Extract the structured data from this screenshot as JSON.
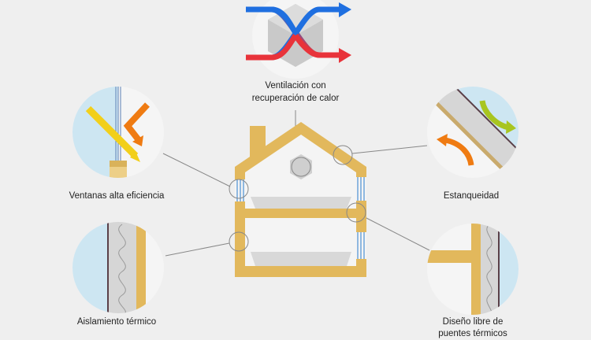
{
  "labels": {
    "ventilation_line1": "Ventilación con",
    "ventilation_line2": "recuperación de calor",
    "windows": "Ventanas alta eficiencia",
    "airtightness": "Estanqueidad",
    "insulation": "Aislamiento térmico",
    "thermal_bridges_line1": "Diseño libre de",
    "thermal_bridges_line2": "puentes térmicos"
  },
  "colors": {
    "background": "#efefef",
    "structure": "#e2b85c",
    "window_glass": "#8fb8e0",
    "cold_air": "#1f6fe0",
    "warm_air": "#e8333a",
    "sun": "#f2cf1a",
    "heat": "#ef7b12",
    "fresh_air": "#a8c520",
    "sky": "#cfe6f1"
  }
}
